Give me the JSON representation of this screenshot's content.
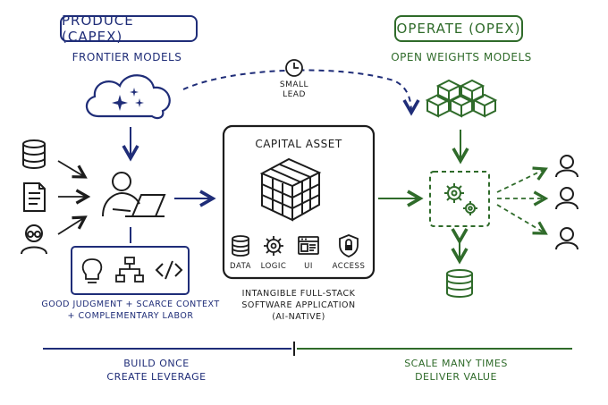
{
  "left_header": {
    "title": "PRODUCE (CAPEX)",
    "subtitle": "FRONTIER MODELS"
  },
  "right_header": {
    "title": "OPERATE (OPEX)",
    "subtitle": "OPEN WEIGHTS MODELS"
  },
  "lead_note": {
    "line1": "SMALL",
    "line2": "LEAD"
  },
  "capital_asset": {
    "title": "CAPITAL ASSET",
    "components": [
      "DATA",
      "LOGIC",
      "UI",
      "ACCESS"
    ],
    "caption": [
      "INTANGIBLE FULL-STACK",
      "SOFTWARE APPLICATION",
      "(AI-NATIVE)"
    ]
  },
  "inputs_caption": [
    "GOOD JUDGMENT + SCARCE CONTEXT",
    "+ COMPLEMENTARY LABOR"
  ],
  "footer_left": [
    "BUILD ONCE",
    "CREATE LEVERAGE"
  ],
  "footer_right": [
    "SCALE MANY TIMES",
    "DELIVER VALUE"
  ],
  "colors": {
    "blue": "#1f2d78",
    "green": "#2f6b2a",
    "ink": "#1c1c1c"
  },
  "icons": [
    "database-icon",
    "document-icon",
    "person-glasses-icon",
    "cloud-sparkle-icon",
    "clock-icon",
    "cubes-icon",
    "person-laptop-icon",
    "lightbulb-icon",
    "org-chart-icon",
    "code-icon",
    "cube-icon",
    "gears-icon",
    "window-icon",
    "lock-icon",
    "user-icon"
  ]
}
